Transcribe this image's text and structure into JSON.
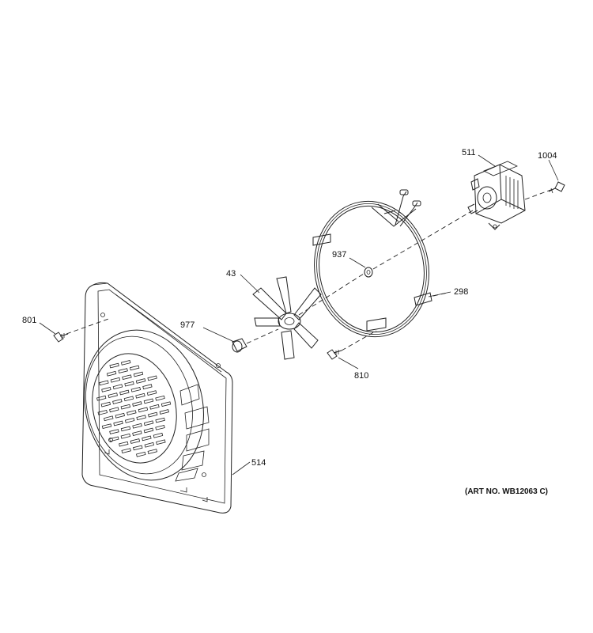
{
  "parts": [
    {
      "key": "511",
      "label": "511",
      "icon": "convection-motor-icon"
    },
    {
      "key": "1004",
      "label": "1004",
      "icon": "screw-icon"
    },
    {
      "key": "937",
      "label": "937",
      "icon": "nut-icon"
    },
    {
      "key": "298",
      "label": "298",
      "icon": "ring-heating-element-icon"
    },
    {
      "key": "43",
      "label": "43",
      "icon": "fan-blade-icon"
    },
    {
      "key": "977",
      "label": "977",
      "icon": "spacer-nut-icon"
    },
    {
      "key": "801",
      "label": "801",
      "icon": "screw-icon"
    },
    {
      "key": "810",
      "label": "810",
      "icon": "screw-icon"
    },
    {
      "key": "514",
      "label": "514",
      "icon": "fan-cover-icon"
    }
  ],
  "art_number": "(ART NO. WB12063 C)"
}
